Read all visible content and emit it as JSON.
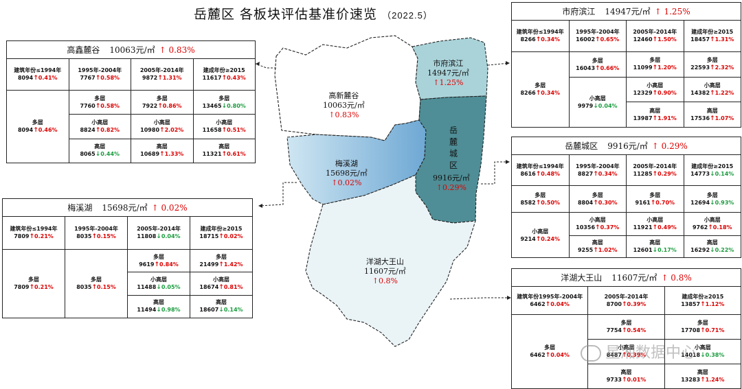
{
  "title": {
    "main": "岳麓区 各板块评估基准价速览",
    "year": "（2022.5）"
  },
  "map": {
    "gaoxin": {
      "name": "高新麓谷",
      "price": "10063元/㎡",
      "change": "↑0.83%"
    },
    "shifu": {
      "name": "市府滨江",
      "price": "14947元/㎡",
      "change": "↑1.25%"
    },
    "meixihu": {
      "name": "梅溪湖",
      "price": "15698元/㎡",
      "change": "↑0.02%"
    },
    "yuelu": {
      "name_chars": [
        "岳",
        "麓",
        "城",
        "区"
      ],
      "price": "9916元/㎡",
      "change": "↑0.29%"
    },
    "yanghu": {
      "name": "洋湖大王山",
      "price": "11607元/㎡",
      "change": "↑0.8%"
    },
    "colors": {
      "gaoxin": "#ffffff",
      "shifu": "#a9d3d9",
      "meixihu_from": "#cfe6f2",
      "meixihu_to": "#6ea8d4",
      "yuelu": "#4f8e96",
      "yanghu": "#eaf4f7"
    }
  },
  "panels": {
    "gaoxin": {
      "name": "高鑫麓谷",
      "price": "10063元/㎡",
      "change": "↑ 0.83%",
      "headers": [
        {
          "label": "建筑年份≤1994年",
          "value": "8094",
          "dir": "up",
          "chg": "0.41%"
        },
        {
          "label": "1995年-2004年",
          "value": "7767",
          "dir": "up",
          "chg": "0.58%"
        },
        {
          "label": "2005年-2014年",
          "value": "9872",
          "dir": "up",
          "chg": "1.31%"
        },
        {
          "label": "建成年份≥2015",
          "value": "11617",
          "dir": "up",
          "chg": "0.43%"
        }
      ],
      "left": {
        "label": "多层",
        "value": "8094",
        "dir": "up",
        "chg": "0.46%"
      },
      "cols": [
        [
          {
            "label": "多层",
            "value": "7760",
            "dir": "up",
            "chg": "0.58%"
          },
          {
            "label": "小高层",
            "value": "8824",
            "dir": "up",
            "chg": "0.82%"
          },
          {
            "label": "高层",
            "value": "8065",
            "dir": "dn",
            "chg": "0.44%"
          }
        ],
        [
          {
            "label": "多层",
            "value": "7922",
            "dir": "up",
            "chg": "0.86%"
          },
          {
            "label": "小高层",
            "value": "10980",
            "dir": "up",
            "chg": "2.02%"
          },
          {
            "label": "高层",
            "value": "10689",
            "dir": "up",
            "chg": "1.33%"
          }
        ],
        [
          {
            "label": "多层",
            "value": "13465",
            "dir": "dn",
            "chg": "0.80%"
          },
          {
            "label": "小高层",
            "value": "11658",
            "dir": "up",
            "chg": "0.51%"
          },
          {
            "label": "高层",
            "value": "11321",
            "dir": "up",
            "chg": "0.61%"
          }
        ]
      ]
    },
    "shifu": {
      "name": "市府滨江",
      "price": "14947元/㎡",
      "change": "↑ 1.25%",
      "headers": [
        {
          "label": "建筑年份≤1994年",
          "value": "8266",
          "dir": "up",
          "chg": "0.34%"
        },
        {
          "label": "1995年-2004年",
          "value": "16002",
          "dir": "up",
          "chg": "0.65%"
        },
        {
          "label": "2005年-2014年",
          "value": "12460",
          "dir": "up",
          "chg": "1.50%"
        },
        {
          "label": "建成年份≥2015",
          "value": "18457",
          "dir": "up",
          "chg": "1.31%"
        }
      ],
      "left": {
        "label": "多层",
        "value": "8266",
        "dir": "up",
        "chg": "0.34%"
      },
      "col2": [
        {
          "label": "多层",
          "value": "16043",
          "dir": "up",
          "chg": "0.66%"
        },
        {
          "label": "小高层",
          "value": "9979",
          "dir": "dn",
          "chg": "0.04%"
        }
      ],
      "col3": [
        {
          "label": "多层",
          "value": "11099",
          "dir": "up",
          "chg": "1.20%"
        },
        {
          "label": "小高层",
          "value": "12329",
          "dir": "up",
          "chg": "0.90%"
        },
        {
          "label": "高层",
          "value": "13987",
          "dir": "up",
          "chg": "1.91%"
        }
      ],
      "col4": [
        {
          "label": "多层",
          "value": "22593",
          "dir": "up",
          "chg": "2.32%"
        },
        {
          "label": "小高层",
          "value": "14382",
          "dir": "up",
          "chg": "1.22%"
        },
        {
          "label": "高层",
          "value": "17536",
          "dir": "up",
          "chg": "1.07%"
        }
      ]
    },
    "yuelu": {
      "name": "岳麓城区",
      "price": "9916元/㎡",
      "change": "↑ 0.29%",
      "headers": [
        {
          "label": "建筑年份≤1994年",
          "value": "8616",
          "dir": "up",
          "chg": "0.48%"
        },
        {
          "label": "1995年-2004年",
          "value": "8827",
          "dir": "up",
          "chg": "0.34%"
        },
        {
          "label": "2005年-2014年",
          "value": "11285",
          "dir": "up",
          "chg": "0.29%"
        },
        {
          "label": "建成年份≥2015",
          "value": "14773",
          "dir": "dn",
          "chg": "0.14%"
        }
      ],
      "row2": [
        {
          "label": "多层",
          "value": "8582",
          "dir": "up",
          "chg": "0.50%"
        },
        {
          "label": "多层",
          "value": "8804",
          "dir": "up",
          "chg": "0.30%"
        },
        {
          "label": "多层",
          "value": "9161",
          "dir": "up",
          "chg": "0.70%"
        },
        {
          "label": "多层",
          "value": "12694",
          "dir": "dn",
          "chg": "0.93%"
        }
      ],
      "left3": {
        "label": "小高层",
        "value": "9214",
        "dir": "up",
        "chg": "0.24%"
      },
      "cols3": [
        [
          {
            "label": "小高层",
            "value": "10356",
            "dir": "up",
            "chg": "0.37%"
          },
          {
            "label": "高层",
            "value": "9255",
            "dir": "up",
            "chg": "1.02%"
          }
        ],
        [
          {
            "label": "小高层",
            "value": "11921",
            "dir": "up",
            "chg": "0.49%"
          },
          {
            "label": "高层",
            "value": "12601",
            "dir": "dn",
            "chg": "0.17%"
          }
        ],
        [
          {
            "label": "小高层",
            "value": "9762",
            "dir": "up",
            "chg": "0.18%"
          },
          {
            "label": "高层",
            "value": "16292",
            "dir": "dn",
            "chg": "0.22%"
          }
        ]
      ]
    },
    "meixihu": {
      "name": "梅溪湖",
      "price": "15698元/㎡",
      "change": "↑ 0.02%",
      "headers": [
        {
          "label": "建筑年份≤1994年",
          "value": "7809",
          "dir": "up",
          "chg": "0.21%"
        },
        {
          "label": "1995年-2004年",
          "value": "8035",
          "dir": "up",
          "chg": "0.15%"
        },
        {
          "label": "2005年-2014年",
          "value": "11808",
          "dir": "dn",
          "chg": "0.04%"
        },
        {
          "label": "建成年份≥2015",
          "value": "18715",
          "dir": "up",
          "chg": "0.02%"
        }
      ],
      "left": {
        "label": "多层",
        "value": "7809",
        "dir": "up",
        "chg": "0.21%"
      },
      "left2": {
        "label": "多层",
        "value": "8035",
        "dir": "up",
        "chg": "0.15%"
      },
      "cols": [
        [
          {
            "label": "多层",
            "value": "9619",
            "dir": "up",
            "chg": "0.84%"
          },
          {
            "label": "小高层",
            "value": "11488",
            "dir": "dn",
            "chg": "0.05%"
          },
          {
            "label": "高层",
            "value": "11494",
            "dir": "dn",
            "chg": "0.98%"
          }
        ],
        [
          {
            "label": "多层",
            "value": "21499",
            "dir": "up",
            "chg": "1.42%"
          },
          {
            "label": "小高层",
            "value": "18674",
            "dir": "up",
            "chg": "0.81%"
          },
          {
            "label": "高层",
            "value": "18607",
            "dir": "dn",
            "chg": "0.14%"
          }
        ]
      ]
    },
    "yanghu": {
      "name": "洋湖大王山",
      "price": "11607元/㎡",
      "change": "↑ 0.8%",
      "headers": [
        {
          "label": "建筑年份1995年-2004年",
          "value": "6462",
          "dir": "up",
          "chg": "0.04%"
        },
        {
          "label": "2005年-2014年",
          "value": "8700",
          "dir": "up",
          "chg": "0.39%"
        },
        {
          "label": "建成年份≥2015",
          "value": "13857",
          "dir": "up",
          "chg": "1.12%"
        }
      ],
      "left": {
        "label": "多层",
        "value": "6462",
        "dir": "up",
        "chg": "0.04%"
      },
      "cols": [
        [
          {
            "label": "多层",
            "value": "7754",
            "dir": "up",
            "chg": "0.54%"
          },
          {
            "label": "小高层",
            "value": "8487",
            "dir": "up",
            "chg": "0.39%"
          },
          {
            "label": "高层",
            "value": "9733",
            "dir": "up",
            "chg": "0.01%"
          }
        ],
        [
          {
            "label": "多层",
            "value": "17708",
            "dir": "up",
            "chg": "0.71%"
          },
          {
            "label": "小高层",
            "value": "14018",
            "dir": "dn",
            "chg": "0.38%"
          },
          {
            "label": "高层",
            "value": "13283",
            "dir": "up",
            "chg": "1.24%"
          }
        ]
      ]
    }
  },
  "watermark": "星湘数据中心"
}
